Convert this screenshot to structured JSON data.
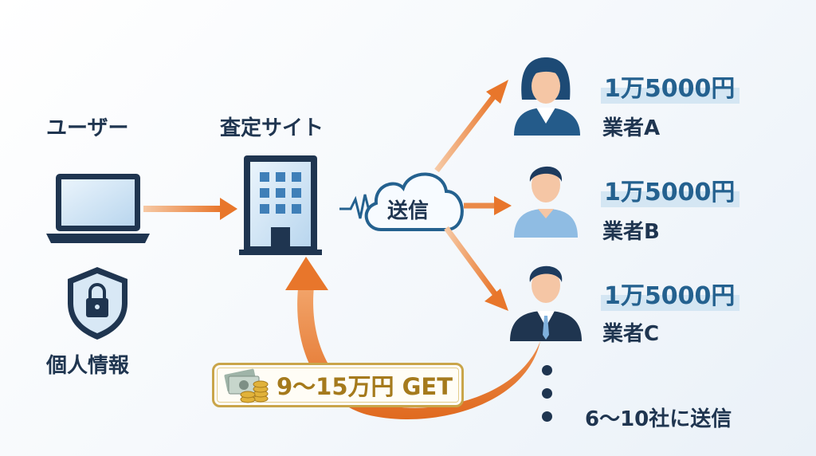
{
  "user": {
    "label": "ユーザー",
    "personal_info_label": "個人情報"
  },
  "site": {
    "label": "査定サイト"
  },
  "cloud": {
    "label": "送信"
  },
  "vendors": [
    {
      "price": "1万5000円",
      "name": "業者A"
    },
    {
      "price": "1万5000円",
      "name": "業者B"
    },
    {
      "price": "1万5000円",
      "name": "業者C"
    }
  ],
  "summary": "6～10社に送信",
  "reward_badge": "9～15万円 GET",
  "colors": {
    "navy": "#1f3550",
    "price": "#24618f",
    "orange": "#e8762b",
    "gold": "#a57a1c"
  }
}
